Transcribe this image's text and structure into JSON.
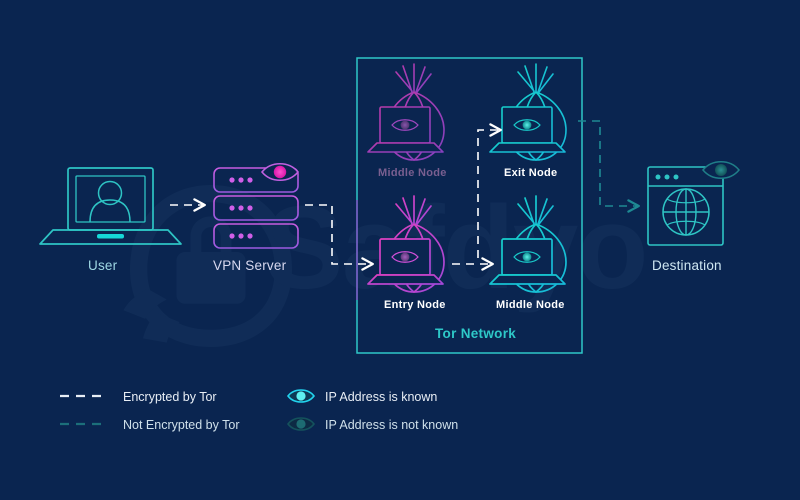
{
  "diagram": {
    "title": "Tor over VPN network path diagram",
    "background_color": "#0a2550",
    "watermark_text": "Safdyo"
  },
  "nodes": {
    "user": {
      "label": "User",
      "icon": "laptop-user-icon",
      "color": "#2ec4c4"
    },
    "vpn": {
      "label": "VPN Server",
      "icon": "server-rack-icon",
      "color": "#b25fd8",
      "eye": "ip-known-eye-icon"
    },
    "destination": {
      "label": "Destination",
      "icon": "browser-globe-icon",
      "color": "#2ec4c4",
      "eye": "ip-unknown-eye-icon"
    }
  },
  "tor_network": {
    "label": "Tor Network",
    "border_color": "#2ec8c8",
    "nodes": [
      {
        "label": "Middle Node",
        "position": "top-left",
        "color": "#c845c8",
        "dimmed": true
      },
      {
        "label": "Exit Node",
        "position": "top-right",
        "color": "#19c8c8",
        "dimmed": false
      },
      {
        "label": "Entry Node",
        "position": "bottom-left",
        "color": "#d040b8",
        "dimmed": false
      },
      {
        "label": "Middle Node",
        "position": "bottom-right",
        "color": "#19c8c8",
        "dimmed": false
      }
    ]
  },
  "legend": {
    "items": [
      {
        "icon": "dashed-line-bright",
        "label": "Encrypted by Tor",
        "color": "#e8eef5"
      },
      {
        "icon": "dashed-line-dim",
        "label": "Not Encrypted by Tor",
        "color": "#1c6f7a"
      },
      {
        "icon": "eye-bright-icon",
        "label": "IP Address is known",
        "color": "#22d3ee"
      },
      {
        "icon": "eye-dim-icon",
        "label": "IP Address is not known",
        "color": "#14525c"
      }
    ]
  }
}
